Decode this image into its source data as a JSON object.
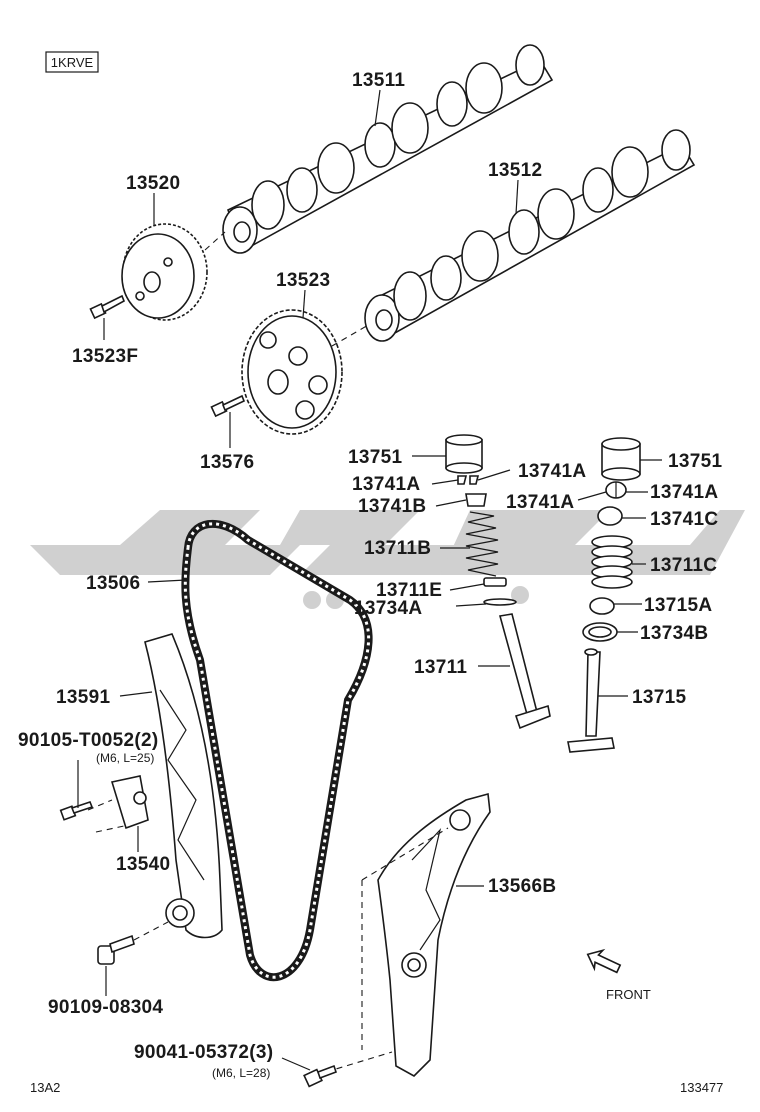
{
  "engine_code": "1KRVE",
  "diagram_ref": "13A2",
  "diagram_number": "133477",
  "front_label": "FRONT",
  "watermark_color": "#c8c8c8",
  "parts": {
    "p13511": "13511",
    "p13512": "13512",
    "p13520": "13520",
    "p13523F": "13523F",
    "p13523": "13523",
    "p13576": "13576",
    "p13751_left": "13751",
    "p13751_right": "13751",
    "p13741A_1": "13741A",
    "p13741A_2": "13741A",
    "p13741A_3": "13741A",
    "p13741A_4": "13741A",
    "p13741B": "13741B",
    "p13741C": "13741C",
    "p13711B": "13711B",
    "p13711C": "13711C",
    "p13711E": "13711E",
    "p13734A": "13734A",
    "p13715A": "13715A",
    "p13734B": "13734B",
    "p13711": "13711",
    "p13715": "13715",
    "p13506": "13506",
    "p13591": "13591",
    "p90105": "90105-T0052(2)",
    "p90105_spec": "(M6, L=25)",
    "p13540": "13540",
    "p13566B": "13566B",
    "p90109": "90109-08304",
    "p90041": "90041-05372(3)",
    "p90041_spec": "(M6, L=28)"
  }
}
